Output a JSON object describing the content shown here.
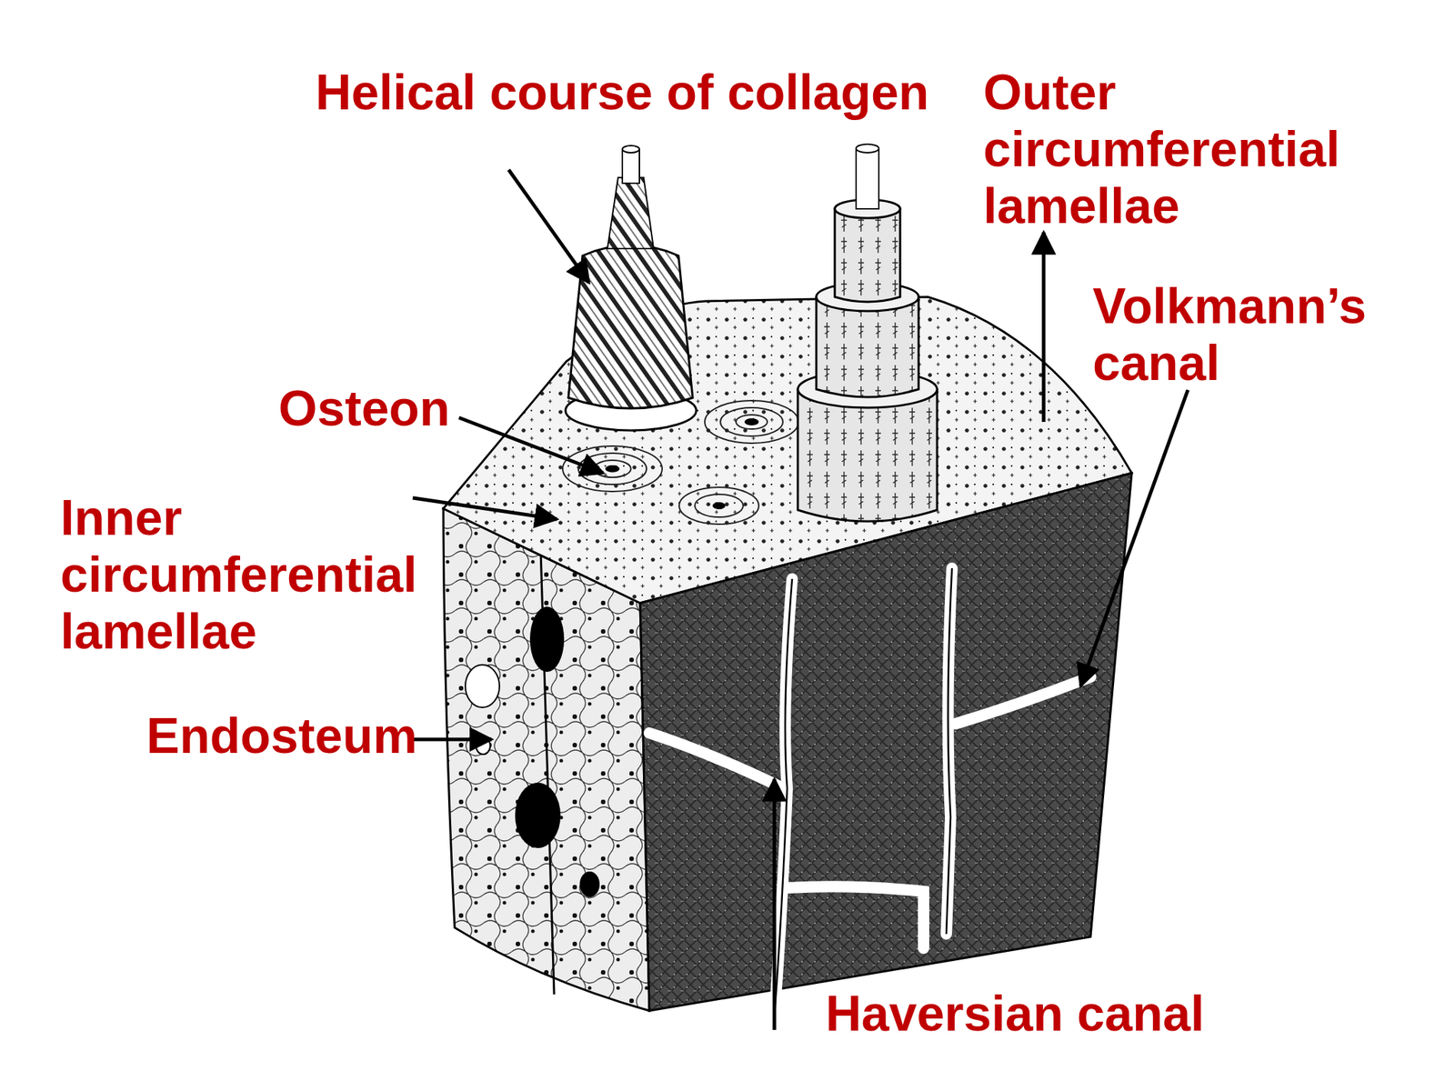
{
  "diagram": {
    "labels": [
      "Helical course of collagen",
      "Outer circumferential lamellae",
      "Volkmann’s canal",
      "Osteon",
      "Inner circumferential lamellae",
      "Endosteum",
      "Haversian canal"
    ]
  }
}
